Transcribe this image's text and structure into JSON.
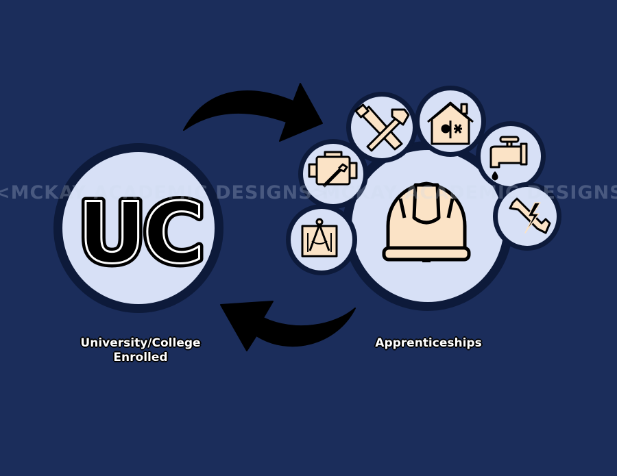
{
  "uc_letters": "UC",
  "labels": {
    "uc_line1": "University/College",
    "uc_line2": "Enrolled",
    "apprenticeships": "Apprenticeships"
  },
  "watermark": "<MCKAY ACADEMIC DESIGNS>",
  "icons": [
    "engine-wrench-icon",
    "saw-hammer-icon",
    "house-hvac-icon",
    "faucet-icon",
    "electric-wrench-icon",
    "blueprint-compass-icon",
    "hard-hat-icon"
  ],
  "colors": {
    "background": "#1b2d5b",
    "circle_fill": "#d7e0f6",
    "circle_ring": "#0d1a3a",
    "icon_fill": "#fbe3c6",
    "outline": "#000000"
  }
}
